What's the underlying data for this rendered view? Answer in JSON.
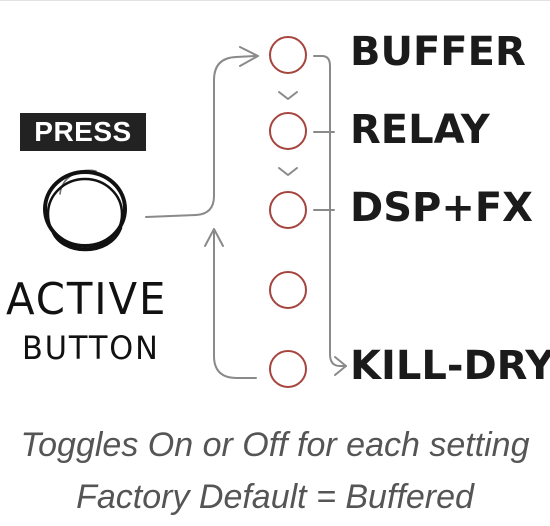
{
  "press_label": "PRESS",
  "button_label": {
    "line1": "ACTIVE",
    "line2": "BUTTON"
  },
  "modes": [
    "BUFFER",
    "RELAY",
    "DSP+FX",
    "KILL-DRY"
  ],
  "caption": {
    "line1": "Toggles On or Off for each setting",
    "line2": "Factory Default = Buffered"
  },
  "colors": {
    "led": "#a6443e",
    "connector": "#8a8a8a",
    "text_dark": "#1b1b1b",
    "caption": "#555555",
    "badge_bg": "#222222"
  }
}
